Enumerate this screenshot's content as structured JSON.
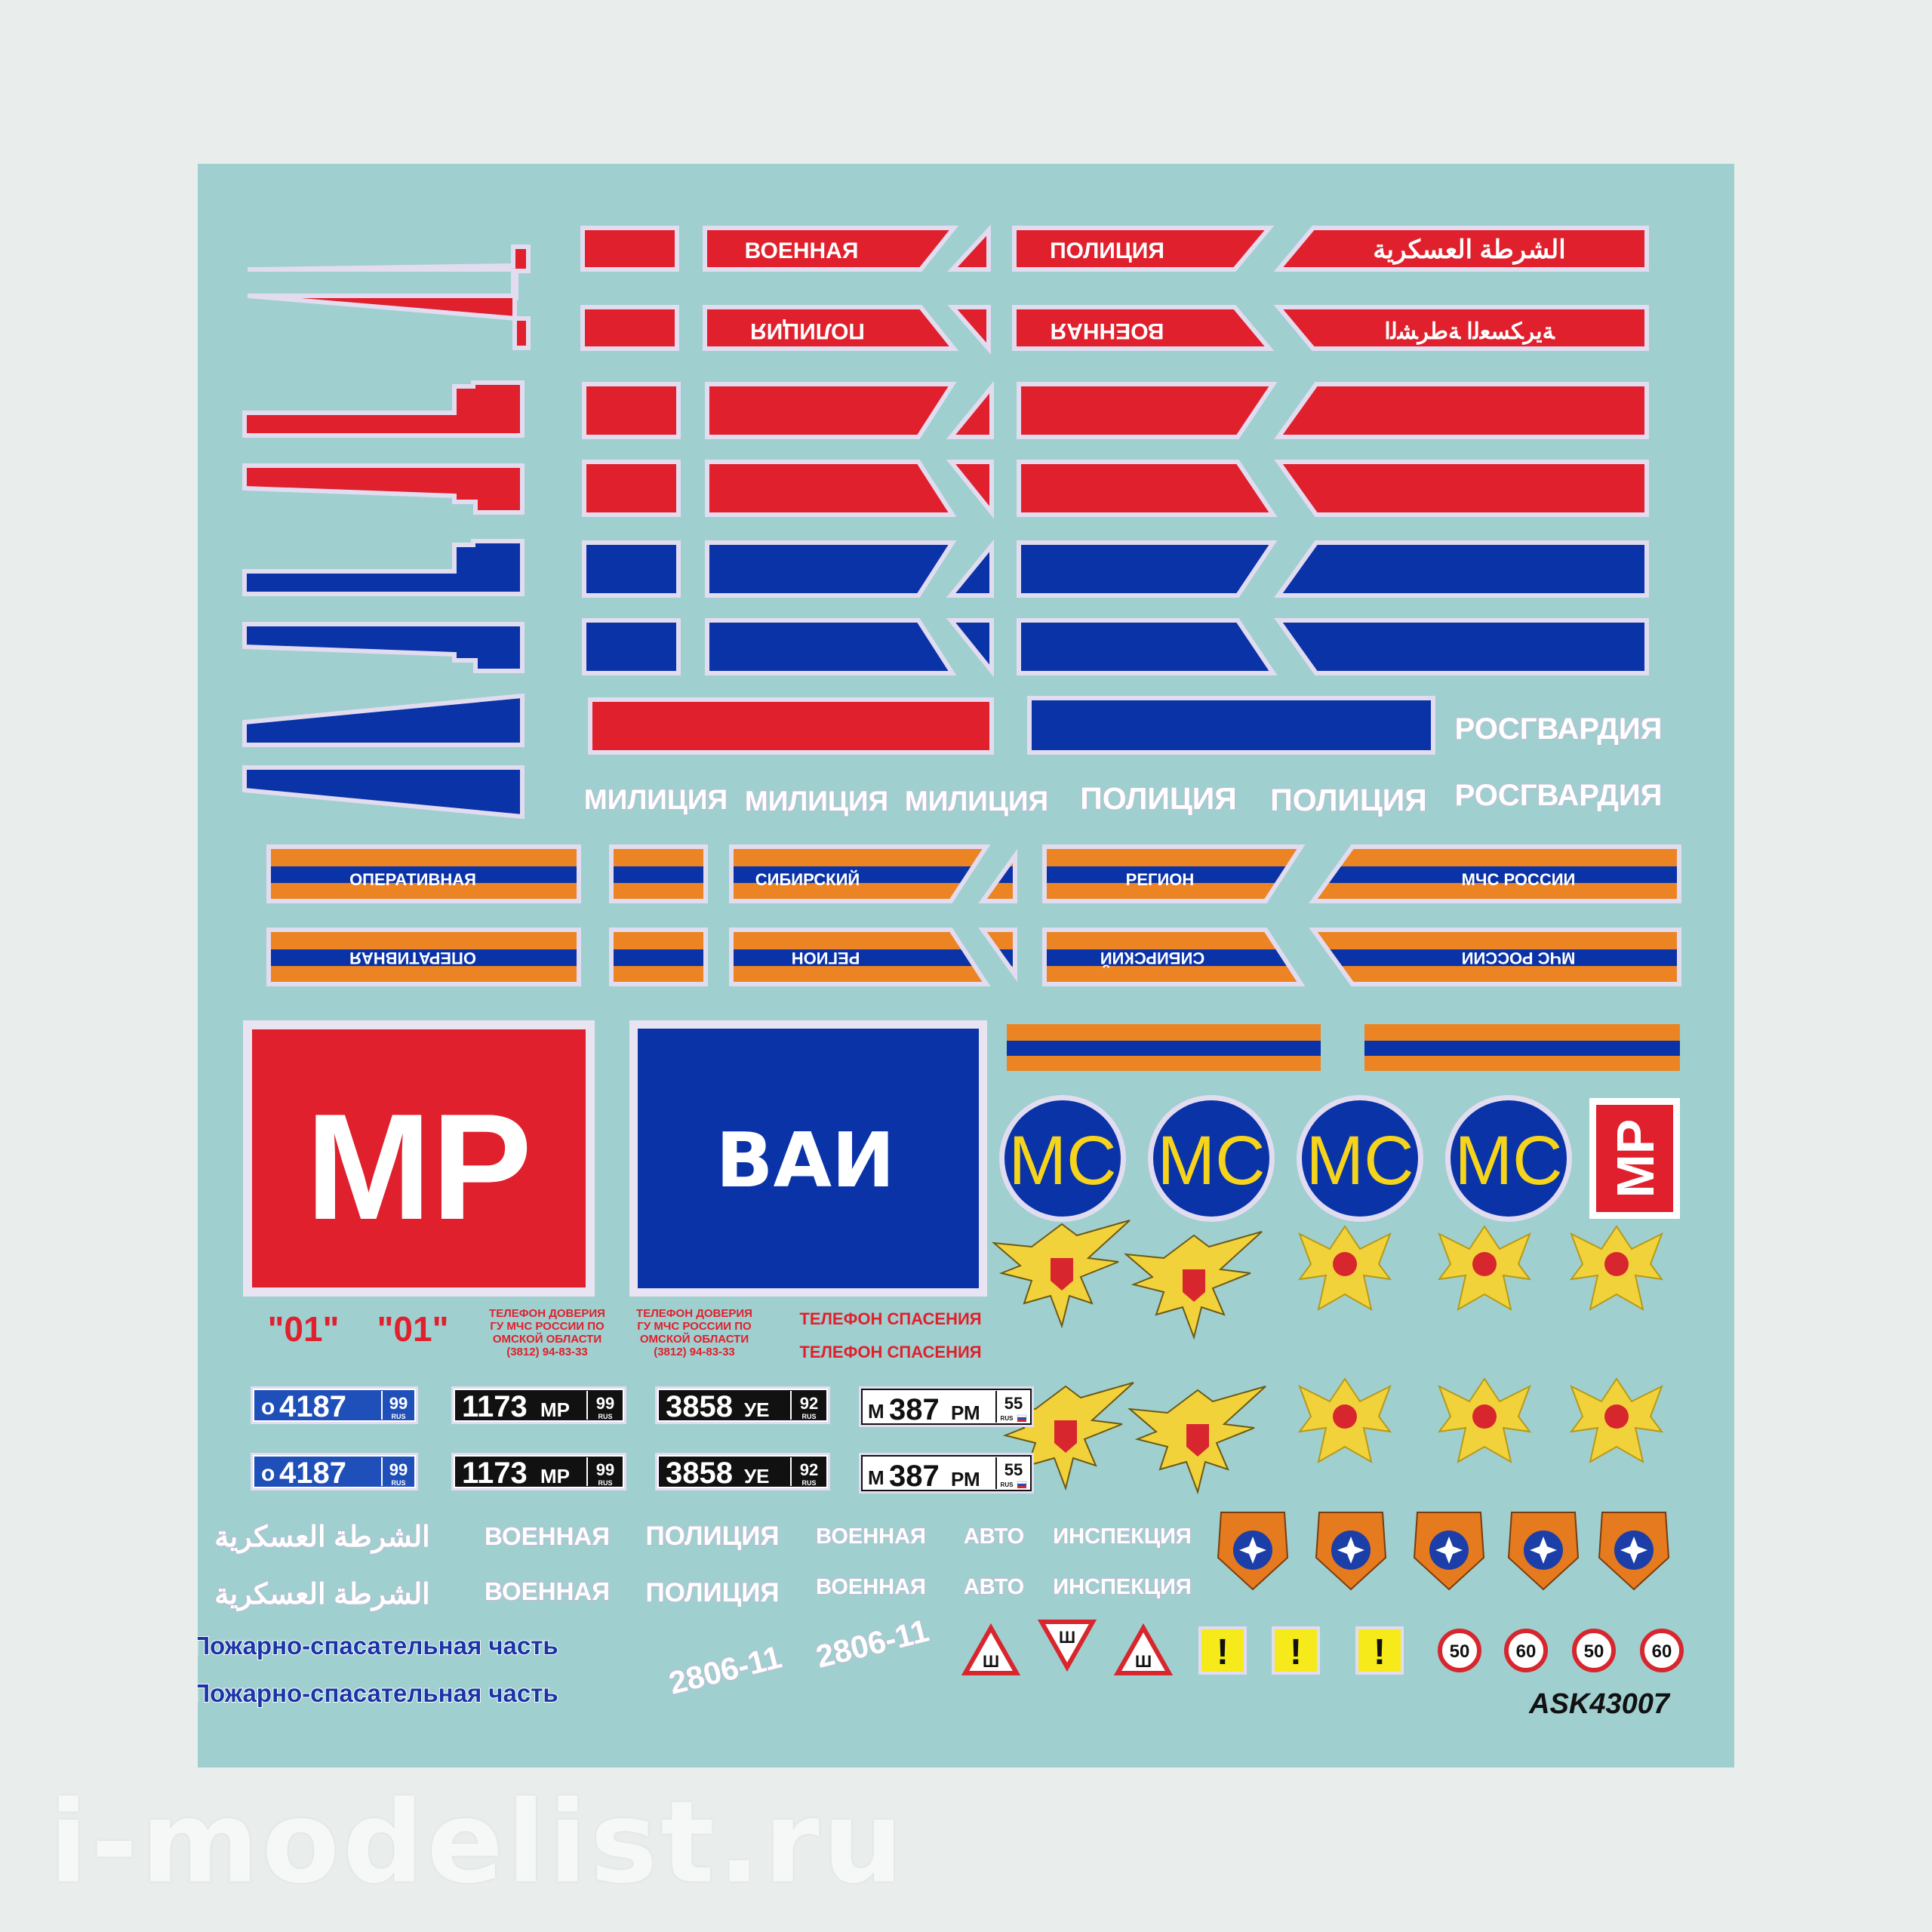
{
  "sheet": {
    "code": "ASK43007",
    "watermark": "i-modelist.ru"
  },
  "stripes": {
    "voennaya": "ВОЕННАЯ",
    "policiya": "ПОЛИЦИЯ",
    "arabic_mp": "الشرطة العسكرية",
    "policiya_mirrored": "ПОЛИЦИЯ",
    "voennaya_mirrored": "ВОЕННАЯ"
  },
  "agency_words": {
    "rosgvardiya": "РОСГВАРДИЯ",
    "miliciya": "МИЛИЦИЯ",
    "policiya": "ПОЛИЦИЯ"
  },
  "mchs_stripes": {
    "operativnaya": "ОПЕРАТИВНАЯ",
    "sibirskiy": "СИБИРСКИЙ",
    "region": "РЕГИОН",
    "mchs_rossii": "МЧС РОССИИ"
  },
  "panels": {
    "mp_big": "MP",
    "vai": "ВАИ",
    "mc": "MC",
    "mp_small": "MP"
  },
  "phones": {
    "quote_01": "\"01\"",
    "trust_line_1": "ТЕЛЕФОН ДОВЕРИЯ",
    "trust_line_2": "ГУ МЧС РОССИИ ПО",
    "trust_line_3": "ОМСКОЙ ОБЛАСТИ",
    "trust_line_4": "(3812) 94-83-33",
    "trust_b_line_1": "ТЕЛЕФОН ДОВЕРИЯ",
    "trust_b_line_2": "ГУ МЧС РОССИИ ПО",
    "trust_b_line_3": "ОМСКОЙ ОБЛАСТИ",
    "trust_b_line_4": "(3812) 94-83-33",
    "rescue_phone": "ТЕЛЕФОН СПАСЕНИЯ"
  },
  "plates": {
    "p1_letter": "о",
    "p1_number": "4187",
    "p1_region": "99",
    "p1_rus": "RUS",
    "p2_number": "1173",
    "p2_letters": "МР",
    "p2_region": "99",
    "p2_rus": "RUS",
    "p3_number": "3858",
    "p3_letters": "УЕ",
    "p3_region": "92",
    "p3_rus": "RUS",
    "p4_letter": "М",
    "p4_number": "387",
    "p4_letters": "РМ",
    "p4_region": "55",
    "p4_rus": "RUS"
  },
  "inscriptions": {
    "arabic_mp": "الشرطة العسكرية",
    "voennaya": "ВОЕННАЯ",
    "policiya": "ПОЛИЦИЯ",
    "voennaya_small": "ВОЕННАЯ",
    "avto": "АВТО",
    "inspekciya": "ИНСПЕКЦИЯ",
    "fire_unit": "Пожарно-спасательная часть",
    "unit_number": "2806-11"
  },
  "signs": {
    "studded": "Ш",
    "warning": "!",
    "speed_50": "50",
    "speed_60": "60"
  },
  "colors": {
    "sheet": "#9fcfcf",
    "red": "#e0202c",
    "blue": "#0a33a8",
    "orange": "#ec8423",
    "emblem_gold": "#f2d23a",
    "mc_yellow": "#f5d41b"
  }
}
